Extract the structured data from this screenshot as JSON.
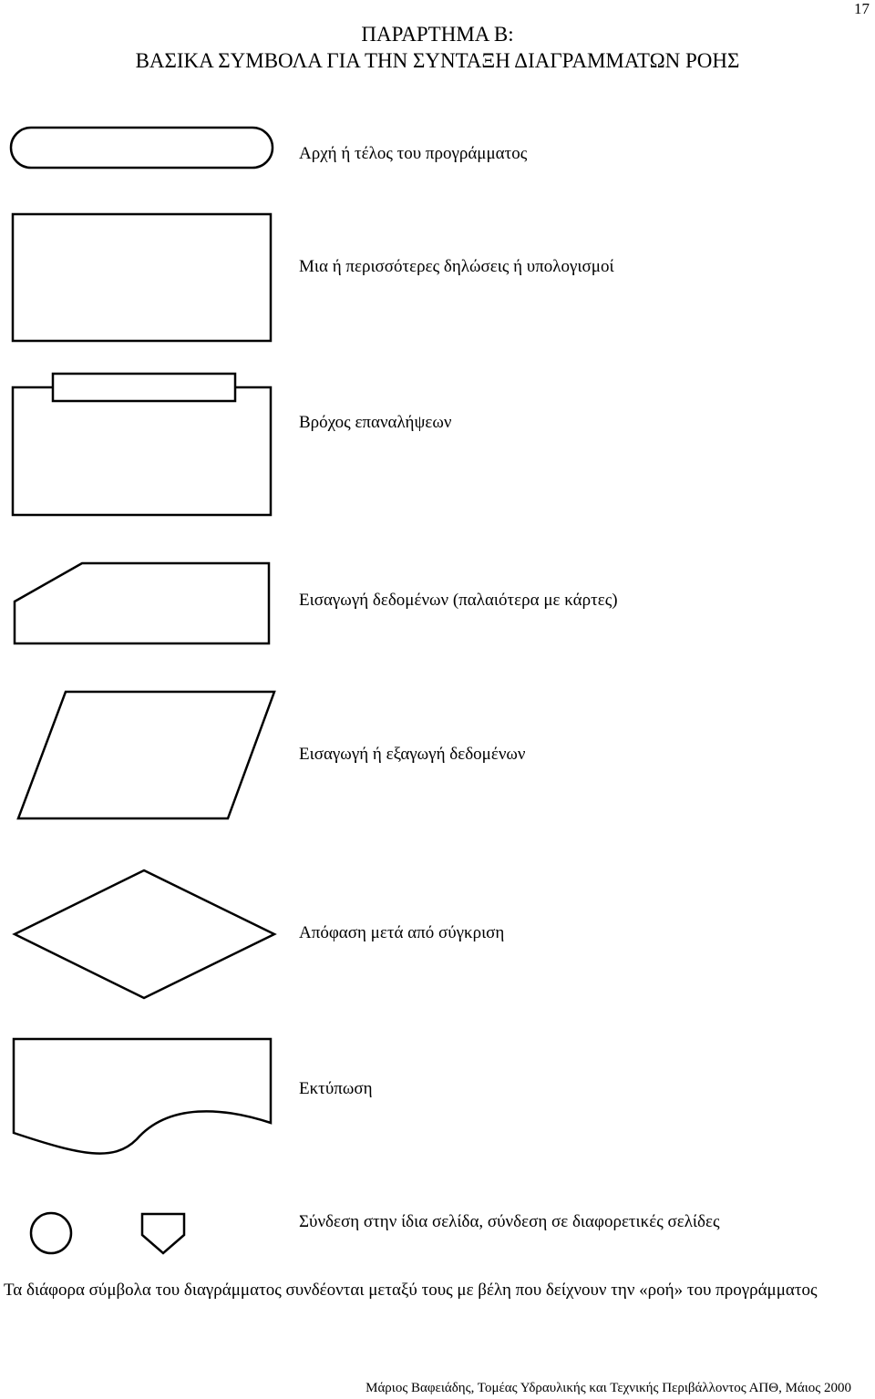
{
  "page_number": "17",
  "title": {
    "line1": "ΠΑΡΑΡΤΗΜΑ Β:",
    "line2": "ΒΑΣΙΚΑ ΣΥΜΒΟΛΑ ΓΙΑ ΤΗΝ ΣΥΝΤΑΞΗ ΔΙΑΓΡΑΜΜΑΤΩΝ ΡΟΗΣ"
  },
  "symbols": [
    {
      "shape": "terminator",
      "label": "Αρχή ή τέλος του προγράμματος"
    },
    {
      "shape": "process",
      "label": "Μια ή περισσότερες δηλώσεις ή υπολογισμοί"
    },
    {
      "shape": "loop",
      "label": "Βρόχος επαναλήψεων"
    },
    {
      "shape": "punched-card",
      "label": "Εισαγωγή δεδομένων (παλαιότερα με κάρτες)"
    },
    {
      "shape": "input-output",
      "label": "Εισαγωγή ή εξαγωγή δεδομένων"
    },
    {
      "shape": "decision",
      "label": "Απόφαση μετά από σύγκριση"
    },
    {
      "shape": "document",
      "label": "Εκτύπωση"
    },
    {
      "shape": "connectors",
      "label": "Σύνδεση στην ίδια σελίδα, σύνδεση σε διαφορετικές σελίδες"
    }
  ],
  "note": "Τα διάφορα σύμβολα του διαγράμματος συνδέονται μεταξύ τους με βέλη που δείχνουν την «ροή» του προγράμματος",
  "footer": "Μάριος Βαφειάδης, Τομέας Υδραυλικής και Τεχνικής Περιβάλλοντος ΑΠΘ, Μάιος 2000"
}
